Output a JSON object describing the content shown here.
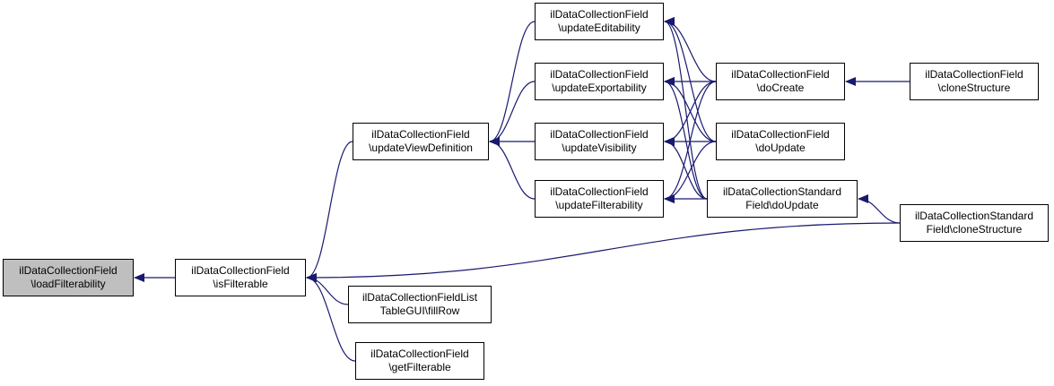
{
  "nodes": {
    "loadFilterability": {
      "lines": [
        "ilDataCollectionField",
        "\\loadFilterability"
      ],
      "focus": true
    },
    "isFilterable": {
      "lines": [
        "ilDataCollectionField",
        "\\isFilterable"
      ]
    },
    "updateViewDefinition": {
      "lines": [
        "ilDataCollectionField",
        "\\updateViewDefinition"
      ]
    },
    "fillRow": {
      "lines": [
        "ilDataCollectionFieldList",
        "TableGUI\\fillRow"
      ]
    },
    "getFilterable": {
      "lines": [
        "ilDataCollectionField",
        "\\getFilterable"
      ]
    },
    "updateEditability": {
      "lines": [
        "ilDataCollectionField",
        "\\updateEditability"
      ]
    },
    "updateExportability": {
      "lines": [
        "ilDataCollectionField",
        "\\updateExportability"
      ]
    },
    "updateVisibility": {
      "lines": [
        "ilDataCollectionField",
        "\\updateVisibility"
      ]
    },
    "updateFilterability": {
      "lines": [
        "ilDataCollectionField",
        "\\updateFilterability"
      ]
    },
    "doCreate": {
      "lines": [
        "ilDataCollectionField",
        "\\doCreate"
      ]
    },
    "doUpdate": {
      "lines": [
        "ilDataCollectionField",
        "\\doUpdate"
      ]
    },
    "stdDoUpdate": {
      "lines": [
        "ilDataCollectionStandard",
        "Field\\doUpdate"
      ]
    },
    "cloneStructure": {
      "lines": [
        "ilDataCollectionField",
        "\\cloneStructure"
      ]
    },
    "stdCloneStructure": {
      "lines": [
        "ilDataCollectionStandard",
        "Field\\cloneStructure"
      ]
    }
  },
  "edges": [
    {
      "from": "isFilterable",
      "to": "loadFilterability"
    },
    {
      "from": "updateViewDefinition",
      "to": "isFilterable"
    },
    {
      "from": "fillRow",
      "to": "isFilterable"
    },
    {
      "from": "getFilterable",
      "to": "isFilterable"
    },
    {
      "from": "stdCloneStructure",
      "to": "isFilterable"
    },
    {
      "from": "updateEditability",
      "to": "updateViewDefinition"
    },
    {
      "from": "updateExportability",
      "to": "updateViewDefinition"
    },
    {
      "from": "updateVisibility",
      "to": "updateViewDefinition"
    },
    {
      "from": "updateFilterability",
      "to": "updateViewDefinition"
    },
    {
      "from": "doCreate",
      "to": "updateEditability"
    },
    {
      "from": "doUpdate",
      "to": "updateEditability"
    },
    {
      "from": "stdDoUpdate",
      "to": "updateEditability"
    },
    {
      "from": "doCreate",
      "to": "updateExportability"
    },
    {
      "from": "doUpdate",
      "to": "updateExportability"
    },
    {
      "from": "stdDoUpdate",
      "to": "updateExportability"
    },
    {
      "from": "doCreate",
      "to": "updateVisibility"
    },
    {
      "from": "doUpdate",
      "to": "updateVisibility"
    },
    {
      "from": "stdDoUpdate",
      "to": "updateVisibility"
    },
    {
      "from": "doCreate",
      "to": "updateFilterability"
    },
    {
      "from": "doUpdate",
      "to": "updateFilterability"
    },
    {
      "from": "stdDoUpdate",
      "to": "updateFilterability"
    },
    {
      "from": "cloneStructure",
      "to": "doCreate"
    },
    {
      "from": "stdCloneStructure",
      "to": "stdDoUpdate"
    }
  ],
  "colors": {
    "edge": "#191970",
    "focus_fill": "#bfbfbf",
    "node_border": "#000000",
    "node_fill": "#ffffff"
  }
}
